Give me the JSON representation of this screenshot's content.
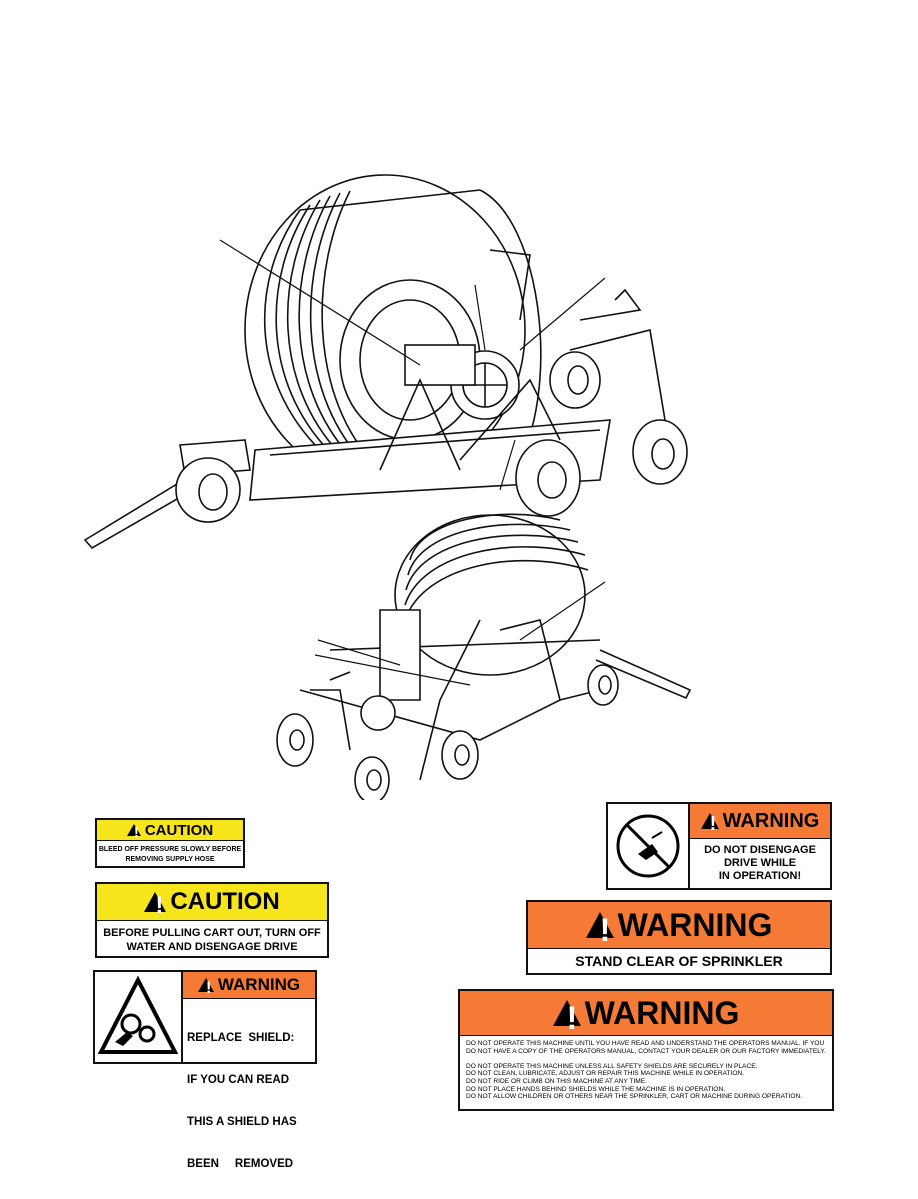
{
  "decals": {
    "caution_small": {
      "title": "CAUTION",
      "line1": "BLEED OFF PRESSURE SLOWLY BEFORE",
      "line2": "REMOVING SUPPLY HOSE",
      "color": "#f7e51b"
    },
    "caution_large": {
      "title": "CAUTION",
      "line1": "BEFORE PULLING CART OUT, TURN OFF",
      "line2": "WATER AND DISENGAGE DRIVE",
      "color": "#f7e51b"
    },
    "warning_shield": {
      "title": "WARNING",
      "line1": "REPLACE  SHIELD:",
      "line2": "IF YOU CAN READ",
      "line3": "THIS A SHIELD HAS",
      "line4": "BEEN     REMOVED",
      "icon": "gear-entanglement-icon",
      "color": "#f47a36"
    },
    "warning_drive": {
      "title": "WARNING",
      "line1": "DO NOT DISENGAGE",
      "line2": "DRIVE WHILE",
      "line3": "IN OPERATION!",
      "icon": "no-hand-on-lever-icon",
      "color": "#f47a36"
    },
    "warning_sprinkler": {
      "title": "WARNING",
      "line1": "STAND CLEAR OF SPRINKLER",
      "color": "#f47a36"
    },
    "warning_general": {
      "title": "WARNING",
      "lines": [
        "DO NOT OPERATE THIS MACHINE UNTIL YOU HAVE READ AND UNDERSTAND THE OPERATORS MANUAL. IF YOU",
        "DO NOT HAVE A COPY OF THE OPERATORS MANUAL, CONTACT YOUR DEALER OR OUR FACTORY IMMEDIATELY.",
        "",
        "DO NOT OPERATE THIS MACHINE UNLESS ALL SAFETY SHIELDS ARE SECURELY IN PLACE.",
        "DO NOT CLEAN, LUBRICATE, ADJUST OR REPAIR THIS MACHINE WHILE IN OPERATION.",
        "DO NOT RIDE OR CLIMB ON THIS MACHINE AT ANY TIME.",
        "DO NOT PLACE HANDS BEHIND SHIELDS WHILE THE MACHINE IS IN OPERATION.",
        "DO NOT ALLOW CHILDREN OR OTHERS NEAR THE SPRINKLER, CART OR MACHINE DURING OPERATION."
      ],
      "color": "#f47a36"
    }
  },
  "illustrations": {
    "top": "hose-reel-traveler-front-view",
    "bottom": "hose-reel-traveler-rear-view"
  }
}
